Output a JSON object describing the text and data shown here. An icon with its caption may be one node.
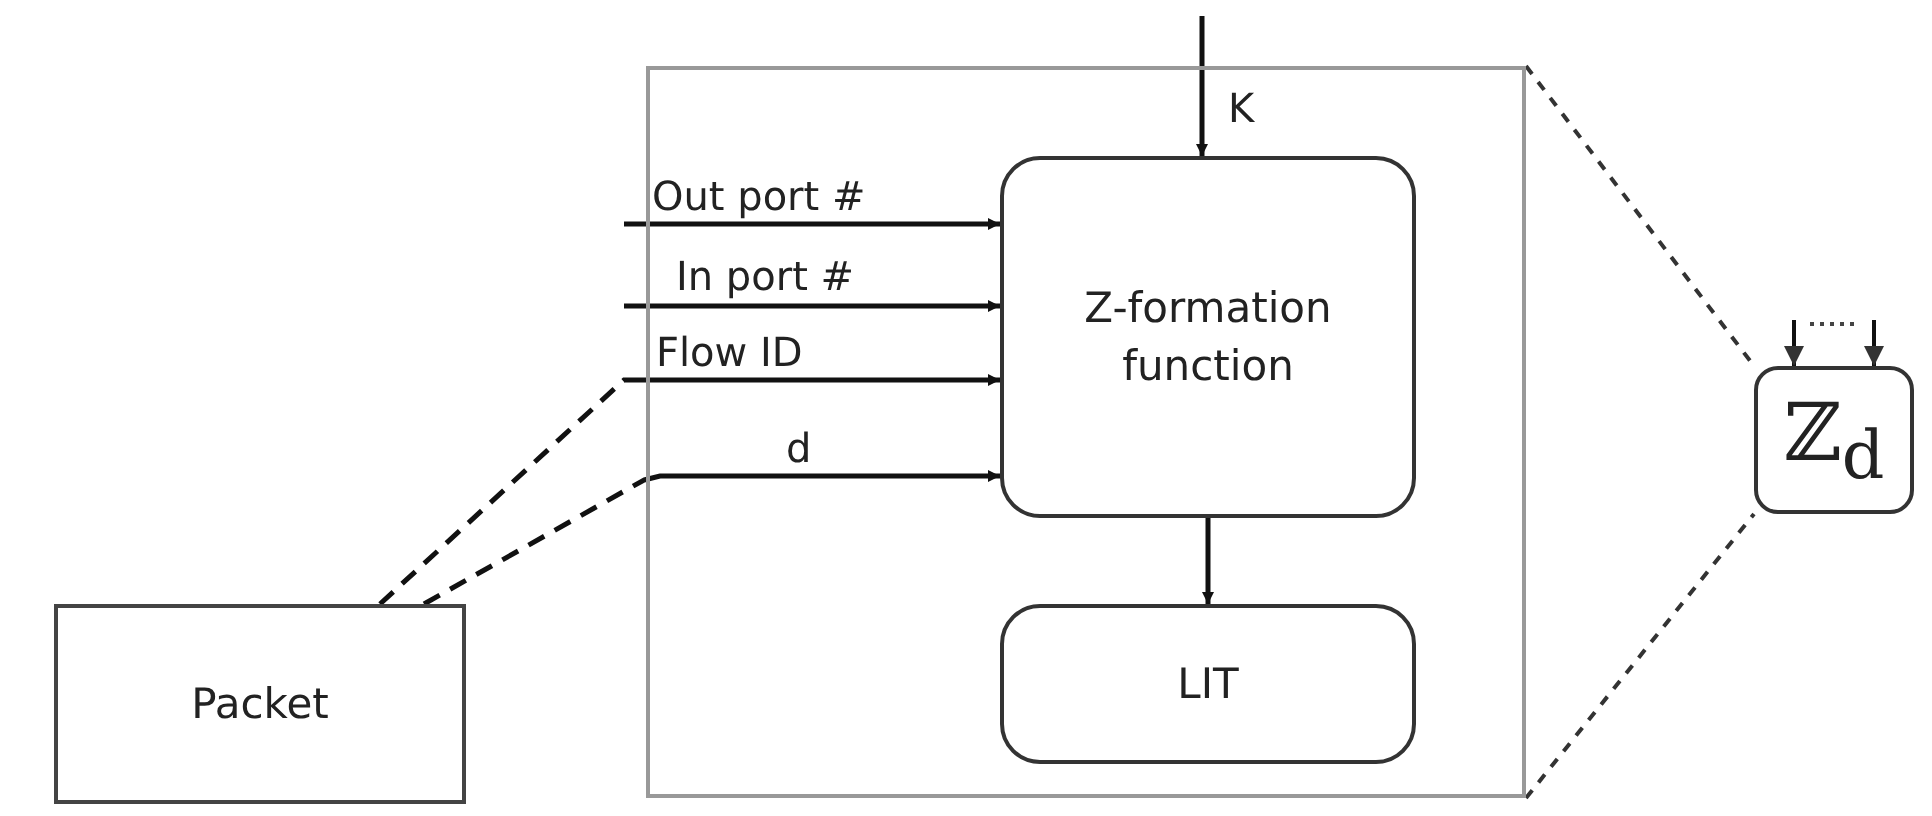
{
  "diagram": {
    "nodes": [
      {
        "text": [],
        "shape": "box"
      },
      {
        "text": [
          "Z-formation function"
        ],
        "in": 0
      },
      {
        "text": [
          "LIT"
        ],
        "in": 0
      },
      {
        "text": [
          "Packet"
        ]
      },
      {
        "text": [
          "ℤ$_{d}$"
        ]
      }
    ],
    "edges": [
      {
        "from": null,
        "to": 1,
        "arrow": "to",
        "label": "K"
      },
      {
        "from": null,
        "to": 1,
        "arrow": "to",
        "label": "Out port #"
      },
      {
        "from": null,
        "to": 1,
        "arrow": "to",
        "label": "In port #"
      },
      {
        "from": 3,
        "to": 1,
        "arrow": "to",
        "label": "Flow ID",
        "style": "dashed"
      },
      {
        "from": 3,
        "to": 1,
        "arrow": "to",
        "label": "d",
        "style": "dashed"
      },
      {
        "from": 1,
        "to": 2,
        "arrow": "to"
      },
      {
        "from": null,
        "to": 4,
        "arrow": "to"
      },
      {
        "from": null,
        "to": 4,
        "arrow": "to"
      },
      {
        "from": 0,
        "to": 4,
        "arrow": "none",
        "style": "dashed"
      },
      {
        "from": 0,
        "to": 4,
        "arrow": "none",
        "style": "dashed"
      }
    ]
  }
}
